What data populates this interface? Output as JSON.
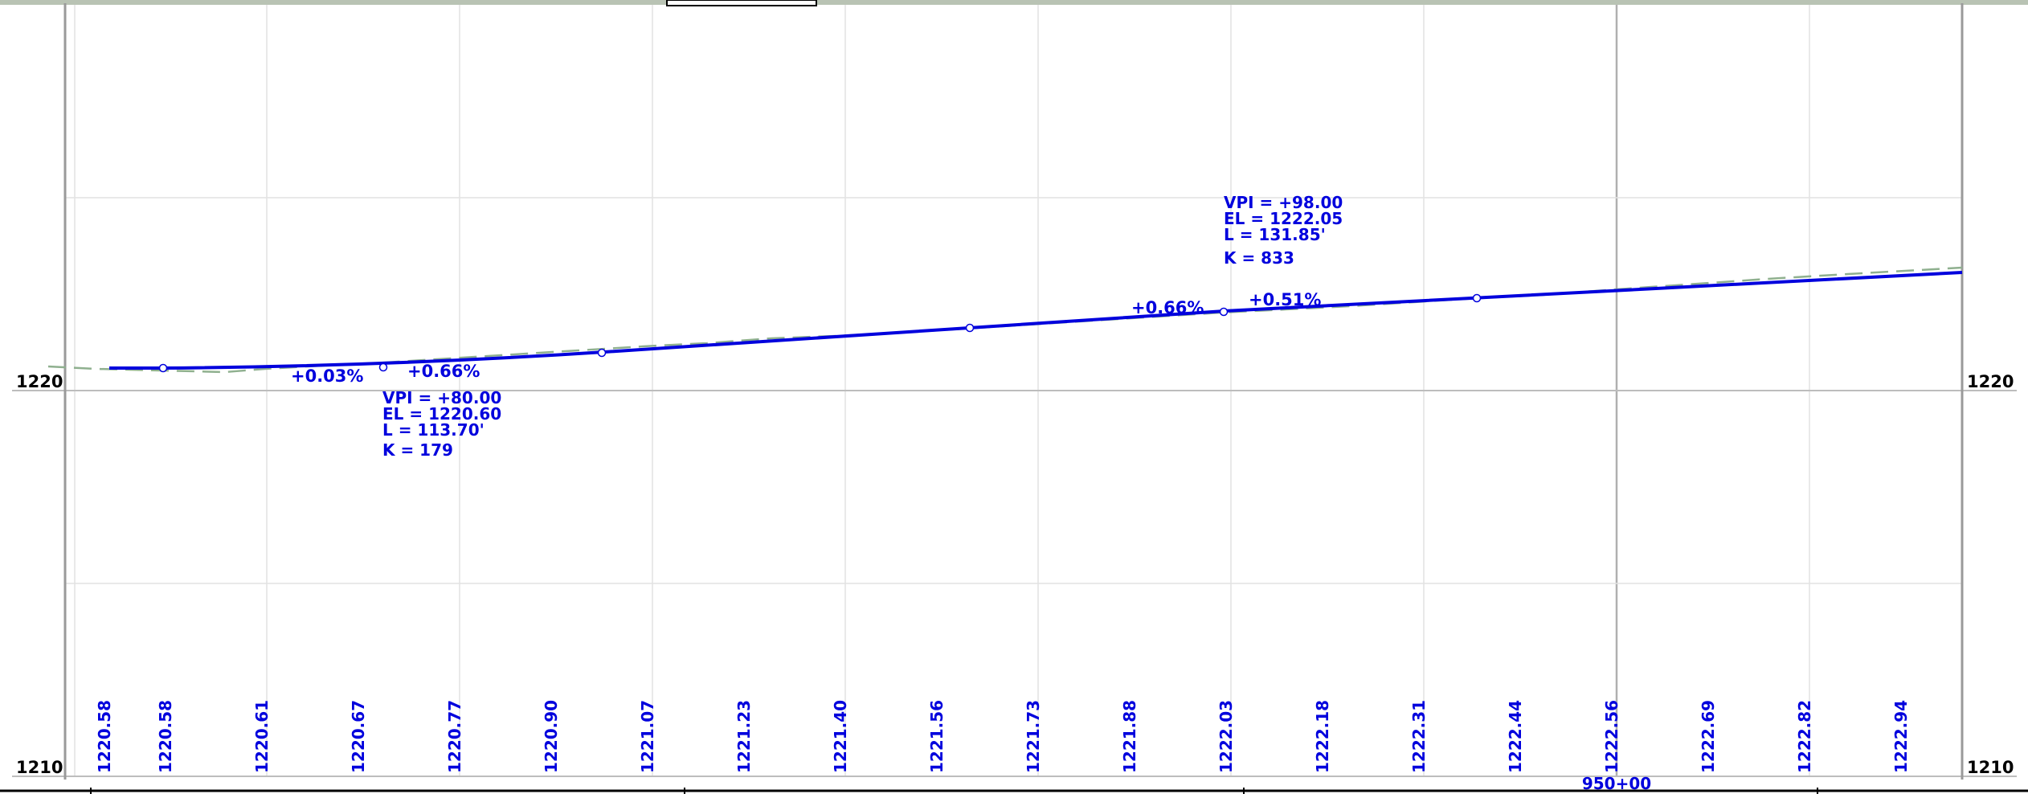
{
  "colors": {
    "design_profile": "#0000dd",
    "existing_ground": "#8fb08f",
    "text": "#0000dd",
    "axis_text": "#000000",
    "grid_minor": "#e2e2e2",
    "grid_major": "#bdbdbd"
  },
  "axis": {
    "left_labels": [
      "1220",
      "1210"
    ],
    "right_labels": [
      "1220",
      "1210"
    ]
  },
  "elevation_labels": [
    "1220.58",
    "1220.58",
    "1220.61",
    "1220.67",
    "1220.77",
    "1220.90",
    "1221.07",
    "1221.23",
    "1221.40",
    "1221.56",
    "1221.73",
    "1221.88",
    "1222.03",
    "1222.18",
    "1222.31",
    "1222.44",
    "1222.56",
    "1222.69",
    "1222.82",
    "1222.94"
  ],
  "station_label": "950+00",
  "grades": {
    "g1": "+0.03%",
    "g2": "+0.66%",
    "g3": "+0.66%",
    "g4": "+0.51%"
  },
  "vpi1": {
    "vpi": "VPI = +80.00",
    "el": "EL = 1220.60",
    "l": "L = 113.70'",
    "k": "K = 179"
  },
  "vpi2": {
    "vpi": "VPI = +98.00",
    "el": "EL = 1222.05",
    "l": "L = 131.85'",
    "k": "K = 833"
  }
}
